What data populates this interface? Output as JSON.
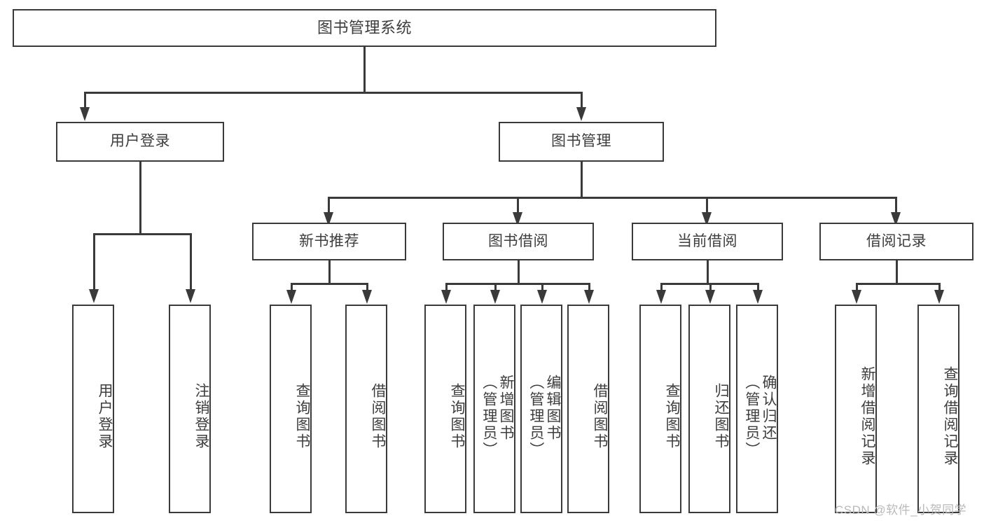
{
  "diagram": {
    "title": "图书管理系统",
    "type": "hierarchy-tree",
    "levels": 4,
    "nodes": {
      "root": {
        "label": "图书管理系统"
      },
      "level2": [
        {
          "label": "用户登录"
        },
        {
          "label": "图书管理"
        }
      ],
      "level3": [
        {
          "label": "新书推荐"
        },
        {
          "label": "图书借阅"
        },
        {
          "label": "当前借阅"
        },
        {
          "label": "借阅记录"
        }
      ],
      "leaves": {
        "user_login": [
          {
            "label": "用户登录"
          },
          {
            "label": "注销登录"
          }
        ],
        "new_book_recommend": [
          {
            "label": "查询图书"
          },
          {
            "label": "借阅图书"
          }
        ],
        "book_borrow": [
          {
            "label": "查询图书"
          },
          {
            "label": "新增图书\n（管理员）"
          },
          {
            "label": "编辑图书\n（管理员）"
          },
          {
            "label": "借阅图书"
          }
        ],
        "current_borrow": [
          {
            "label": "查询图书"
          },
          {
            "label": "归还图书"
          },
          {
            "label": "确认归还\n（管理员）"
          }
        ],
        "borrow_record": [
          {
            "label": "新增借阅记录"
          },
          {
            "label": "查询借阅记录"
          }
        ]
      }
    },
    "colors": {
      "stroke": "#3a3a3a",
      "text": "#3d3d3d",
      "background": "#ffffff",
      "watermark": "#b9b9b9"
    }
  },
  "watermark": {
    "text": "CSDN @软件_小贺同学"
  }
}
